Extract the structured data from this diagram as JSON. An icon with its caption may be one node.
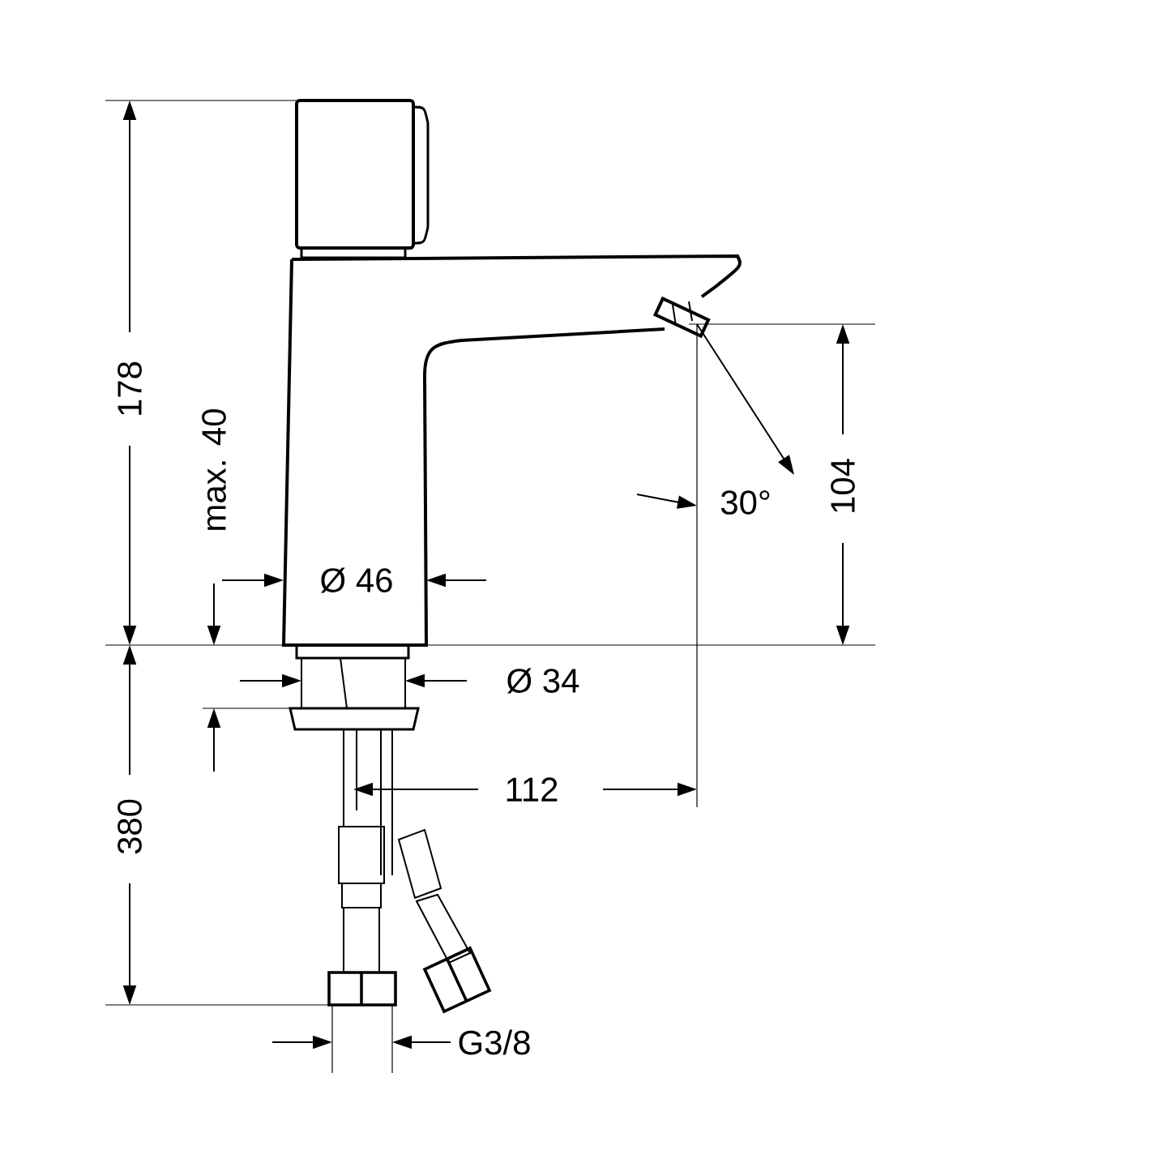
{
  "diagram": {
    "labels": [
      "178",
      "max. 40",
      "Ø 46",
      "30°",
      "104",
      "Ø 34",
      "380",
      "112",
      "G3/8"
    ]
  }
}
